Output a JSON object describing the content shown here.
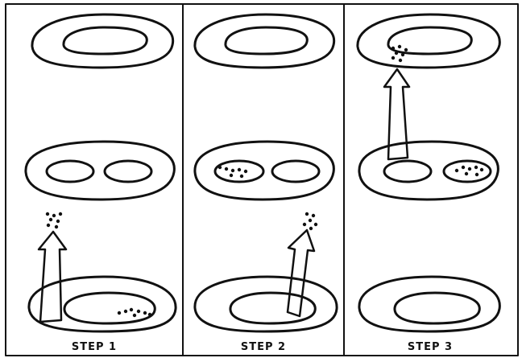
{
  "steps": [
    {
      "label": "STEP 1"
    },
    {
      "label": "STEP 2"
    },
    {
      "label": "STEP 3"
    }
  ],
  "colors": {
    "ink": "#111111",
    "background": "#ffffff"
  }
}
